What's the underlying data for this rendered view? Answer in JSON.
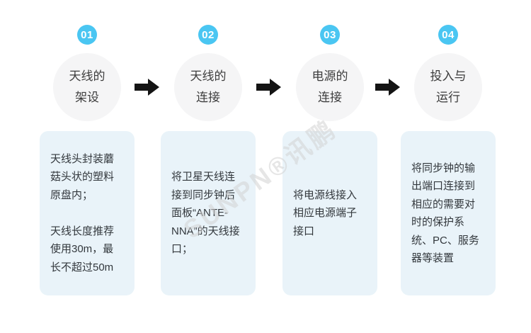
{
  "diagram": {
    "watermark": {
      "text": "SUNPN®讯鹏"
    },
    "colors": {
      "badge": "#4ac6f2",
      "badge_text": "#ffffff",
      "circle_bg": "#f5f5f6",
      "circle_text": "#3d3d3d",
      "box_bg": "#e9f3f9",
      "box_text": "#33383d",
      "arrow": "#141414",
      "watermark": "#d3d3d3",
      "background": "#ffffff"
    },
    "steps": [
      {
        "number": "01",
        "title_line1": "天线的",
        "title_line2": "架设",
        "description": "天线头封装蘑菇头状的塑料原盘内；\n\n天线长度推荐使用30m，最长不超过50m"
      },
      {
        "number": "02",
        "title_line1": "天线的",
        "title_line2": "连接",
        "description": "将卫星天线连接到同步钟后面板“ANTE-NNA”的天线接口；"
      },
      {
        "number": "03",
        "title_line1": "电源的",
        "title_line2": "连接",
        "description": "将电源线接入相应电源端子接口"
      },
      {
        "number": "04",
        "title_line1": "投入与",
        "title_line2": "运行",
        "description": "将同步钟的输出端口连接到相应的需要对时的保护系统、PC、服务器等装置"
      }
    ]
  }
}
